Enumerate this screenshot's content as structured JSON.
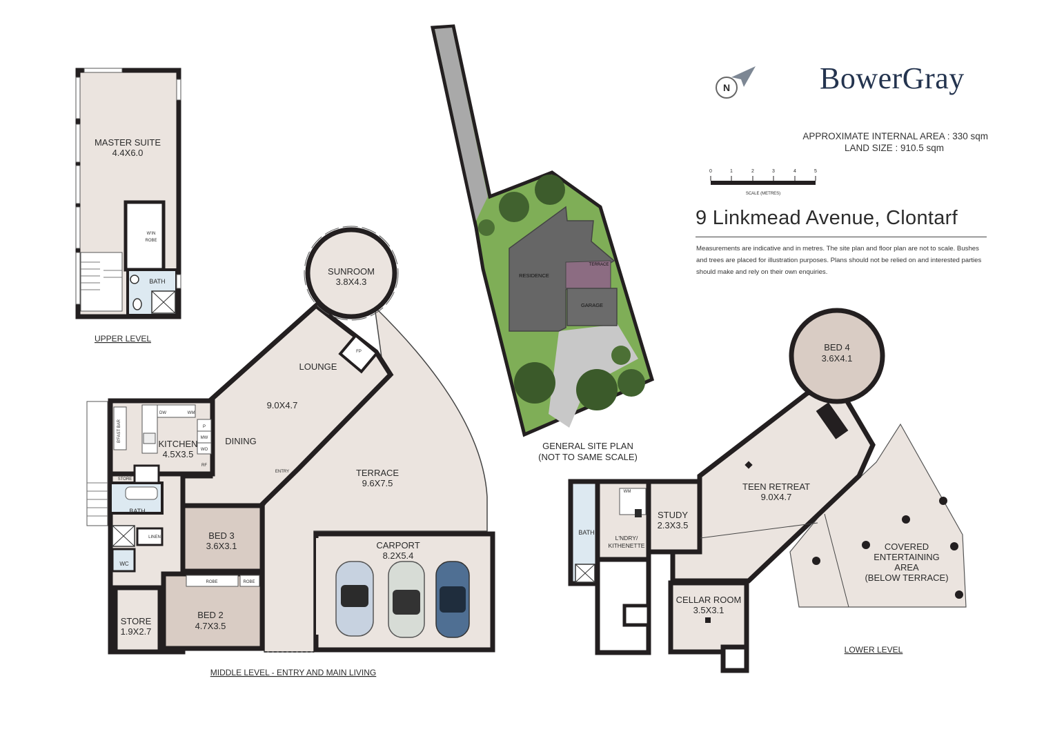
{
  "brand": {
    "name": "BowerGray"
  },
  "property": {
    "area": "APPROXIMATE INTERNAL AREA : 330 sqm",
    "land": "LAND SIZE : 910.5 sqm",
    "address": "9 Linkmead Avenue, Clontarf",
    "disclaimer": "Measurements are indicative and in metres. The site plan and floor plan are not to scale. Bushes and trees are placed for illustration purposes.  Plans should not be relied on and interested parties should make and rely on their own enquiries."
  },
  "scale_bar": {
    "ticks": [
      "0",
      "1",
      "2",
      "3",
      "4",
      "5"
    ],
    "caption": "SCALE (METRES)"
  },
  "compass": {
    "letter": "N"
  },
  "upper_level": {
    "caption": "UPPER LEVEL",
    "master_name": "MASTER SUITE",
    "master_size": "4.4X6.0",
    "robe": "W'IN",
    "robe2": "ROBE",
    "bath": "BATH"
  },
  "middle_level": {
    "caption": "MIDDLE LEVEL - ENTRY AND MAIN LIVING",
    "sunroom_name": "SUNROOM",
    "sunroom_size": "3.8X4.3",
    "lounge": "LOUNGE",
    "lounge_size": "9.0X4.7",
    "dining": "DINING",
    "fp": "FP",
    "entry": "ENTRY",
    "terrace_name": "TERRACE",
    "terrace_size": "9.6X7.5",
    "kitchen_name": "KITCHEN",
    "kitchen_size": "4.5X3.5",
    "bfast": "B'FAST BAR",
    "dw": "DW",
    "wm": "WM",
    "p": "P",
    "mw": "MW",
    "wo": "WO",
    "rf": "RF",
    "store_small": "STORE",
    "bath": "BATH",
    "linen": "LINEN",
    "wc": "WC",
    "bed3_name": "BED 3",
    "bed3_size": "3.6X3.1",
    "bed2_name": "BED 2",
    "bed2_size": "4.7X3.5",
    "robe": "ROBE",
    "store_name": "STORE",
    "store_size": "1.9X2.7",
    "carport_name": "CARPORT",
    "carport_size": "8.2X5.4"
  },
  "site_plan": {
    "caption1": "GENERAL SITE PLAN",
    "caption2": "(NOT TO SAME SCALE)",
    "residence": "RESIDENCE",
    "terrace": "TERRACE",
    "garage": "GARAGE"
  },
  "lower_level": {
    "caption": "LOWER LEVEL",
    "bed4_name": "BED 4",
    "bed4_size": "3.6X4.1",
    "teen_name": "TEEN RETREAT",
    "teen_size": "9.0X4.7",
    "study_name": "STUDY",
    "study_size": "2.3X3.5",
    "laundry1": "L'NDRY/",
    "laundry2": "KITHENETTE",
    "bath": "BATH",
    "wm": "WM",
    "cellar_name": "CELLAR ROOM",
    "cellar_size": "3.5X3.1",
    "covered1": "COVERED",
    "covered2": "ENTERTAINING",
    "covered3": "AREA",
    "covered4": "(BELOW TERRACE)"
  },
  "colors": {
    "wall": "#231f20",
    "floor": "#ebe4df",
    "accent_floor": "#d9ccc4",
    "bath": "#dde9f1",
    "brand": "#24344f",
    "lawn": "#7fae57"
  }
}
